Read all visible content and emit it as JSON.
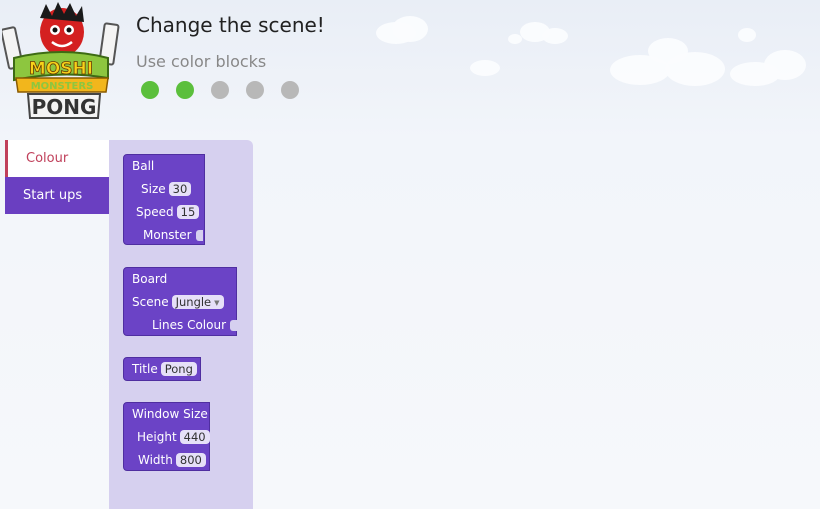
{
  "header": {
    "title": "Change the scene!",
    "subtitle": "Use color blocks",
    "progress": [
      {
        "state": "done"
      },
      {
        "state": "done"
      },
      {
        "state": "todo"
      },
      {
        "state": "todo"
      },
      {
        "state": "todo"
      }
    ]
  },
  "logo": {
    "brand_text": "Moshi Monsters PONG"
  },
  "categories": [
    {
      "label": "Colour",
      "selected": true
    },
    {
      "label": "Start ups",
      "selected": false
    }
  ],
  "blocks": {
    "ball": {
      "title": "Ball",
      "size_label": "Size",
      "size_value": "30",
      "speed_label": "Speed",
      "speed_value": "15",
      "monster_label": "Monster"
    },
    "board": {
      "title": "Board",
      "scene_label": "Scene",
      "scene_value": "Jungle",
      "lines_label": "Lines Colour"
    },
    "title_block": {
      "label": "Title",
      "value": "Pong"
    },
    "window": {
      "title": "Window Size",
      "height_label": "Height",
      "height_value": "440",
      "width_label": "Width",
      "width_value": "800"
    }
  },
  "colors": {
    "block": "#6b43c6",
    "flyout": "#d6d0ef",
    "progress_done": "#5bbf3c",
    "progress_todo": "#b8b8b8",
    "colour_category": "#c0405b"
  }
}
